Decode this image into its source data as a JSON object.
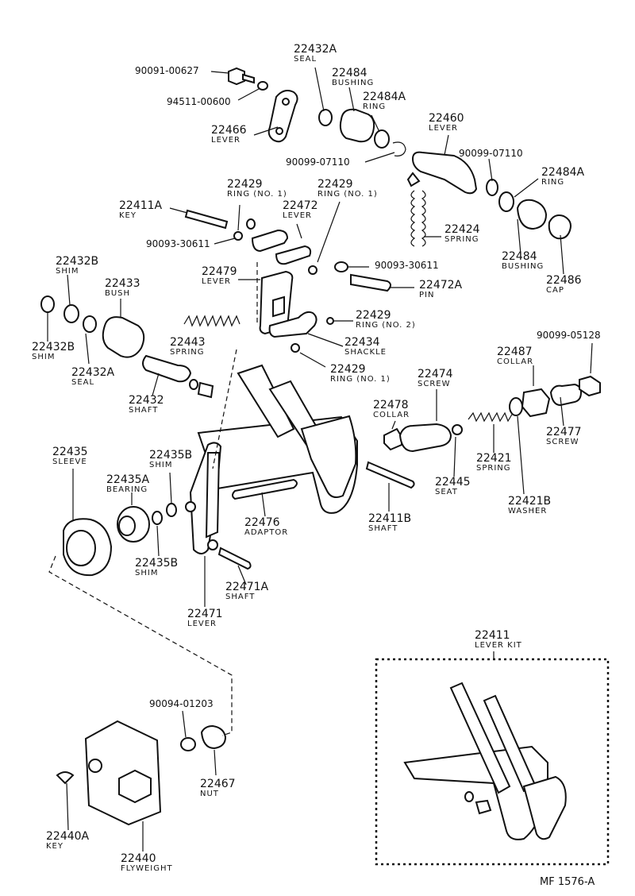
{
  "footer": "MF 1576-A",
  "parts": {
    "p22432A_seal": {
      "num": "22432A",
      "name": "SEAL"
    },
    "p90091": {
      "num": "90091-00627"
    },
    "p22484_bushing": {
      "num": "22484",
      "name": "BUSHING"
    },
    "p22484A_ring": {
      "num": "22484A",
      "name": "RING"
    },
    "p94511": {
      "num": "94511-00600"
    },
    "p22466": {
      "num": "22466",
      "name": "LEVER"
    },
    "p22460": {
      "num": "22460",
      "name": "LEVER"
    },
    "p90099_07110_a": {
      "num": "90099-07110"
    },
    "p90099_07110_b": {
      "num": "90099-07110"
    },
    "p22484A_ring_r": {
      "num": "22484A",
      "name": "RING"
    },
    "p22429_a": {
      "num": "22429",
      "name": "RING (NO. 1)"
    },
    "p22429_b": {
      "num": "22429",
      "name": "RING (NO. 1)"
    },
    "p22411A": {
      "num": "22411A",
      "name": "KEY"
    },
    "p22472": {
      "num": "22472",
      "name": "LEVER"
    },
    "p90093_a": {
      "num": "90093-30611"
    },
    "p22424": {
      "num": "22424",
      "name": "SPRING"
    },
    "p22484_bushing_r": {
      "num": "22484",
      "name": "BUSHING"
    },
    "p22486": {
      "num": "22486",
      "name": "CAP"
    },
    "p90093_b": {
      "num": "90093-30611"
    },
    "p22432B_a": {
      "num": "22432B",
      "name": "SHIM"
    },
    "p22433": {
      "num": "22433",
      "name": "BUSH"
    },
    "p22479": {
      "num": "22479",
      "name": "LEVER"
    },
    "p22472A": {
      "num": "22472A",
      "name": "PIN"
    },
    "p22429_c": {
      "num": "22429",
      "name": "RING (NO. 2)"
    },
    "p22432B_b": {
      "num": "22432B",
      "name": "SHIM"
    },
    "p22443": {
      "num": "22443",
      "name": "SPRING"
    },
    "p22434": {
      "num": "22434",
      "name": "SHACKLE"
    },
    "p90099_05128": {
      "num": "90099-05128"
    },
    "p22432A_seal_l": {
      "num": "22432A",
      "name": "SEAL"
    },
    "p22429_d": {
      "num": "22429",
      "name": "RING (NO. 1)"
    },
    "p22487": {
      "num": "22487",
      "name": "COLLAR"
    },
    "p22474": {
      "num": "22474",
      "name": "SCREW"
    },
    "p22432": {
      "num": "22432",
      "name": "SHAFT"
    },
    "p22478": {
      "num": "22478",
      "name": "COLLAR"
    },
    "p22477": {
      "num": "22477",
      "name": "SCREW"
    },
    "p22435": {
      "num": "22435",
      "name": "SLEEVE"
    },
    "p22435B_a": {
      "num": "22435B",
      "name": "SHIM"
    },
    "p22421": {
      "num": "22421",
      "name": "SPRING"
    },
    "p22435A": {
      "num": "22435A",
      "name": "BEARING"
    },
    "p22445": {
      "num": "22445",
      "name": "SEAT"
    },
    "p22421B": {
      "num": "22421B",
      "name": "WASHER"
    },
    "p22476": {
      "num": "22476",
      "name": "ADAPTOR"
    },
    "p22411B": {
      "num": "22411B",
      "name": "SHAFT"
    },
    "p22435B_b": {
      "num": "22435B",
      "name": "SHIM"
    },
    "p22471A": {
      "num": "22471A",
      "name": "SHAFT"
    },
    "p22471": {
      "num": "22471",
      "name": "LEVER"
    },
    "p22411": {
      "num": "22411",
      "name": "LEVER KIT"
    },
    "p90094": {
      "num": "90094-01203"
    },
    "p22467": {
      "num": "22467",
      "name": "NUT"
    },
    "p22440A": {
      "num": "22440A",
      "name": "KEY"
    },
    "p22440": {
      "num": "22440",
      "name": "FLYWEIGHT"
    }
  }
}
